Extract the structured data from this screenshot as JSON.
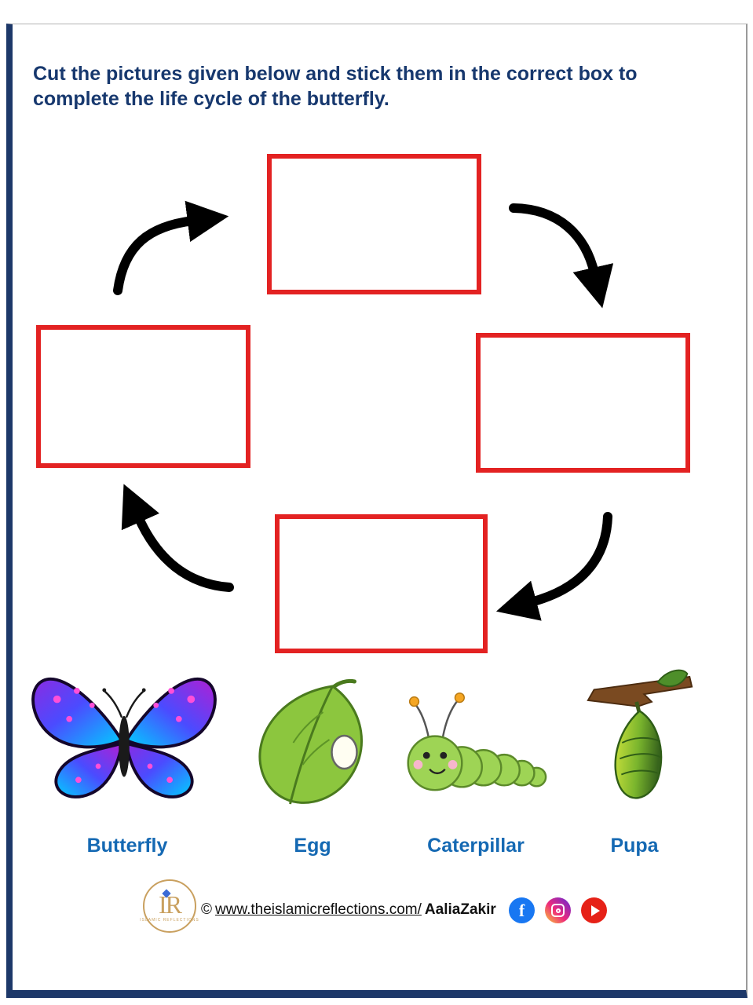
{
  "title": {
    "instruction": "Cut the pictures given below and stick them in the correct box to complete the life cycle of the butterfly."
  },
  "cycle": {
    "direction": "clockwise",
    "empty_boxes": [
      "top",
      "right",
      "bottom",
      "left"
    ],
    "arrows": [
      "left-to-top",
      "top-to-right",
      "right-to-bottom",
      "bottom-to-left"
    ]
  },
  "cutouts": [
    {
      "label": "Butterfly",
      "icon": "butterfly-illustration"
    },
    {
      "label": "Egg",
      "icon": "egg-on-leaf-illustration"
    },
    {
      "label": "Caterpillar",
      "icon": "caterpillar-illustration"
    },
    {
      "label": "Pupa",
      "icon": "pupa-on-branch-illustration"
    }
  ],
  "footer": {
    "copyright": "©",
    "url": "www.theislamicreflections.com/",
    "author": "AaliaZakir",
    "logo": {
      "monogram": "IR",
      "caption": "ISLAMIC REFLECTIONS"
    },
    "social": [
      {
        "name": "facebook-icon",
        "glyph": "f",
        "color": "#1877f2"
      },
      {
        "name": "instagram-icon",
        "glyph": "camera",
        "color": "gradient"
      },
      {
        "name": "youtube-icon",
        "glyph": "play-triangle",
        "color": "#e62117"
      }
    ]
  },
  "colors": {
    "page_border": "#1d3869",
    "instruction_text": "#17386e",
    "box_border": "#e32222",
    "label_text": "#1569b3",
    "arrow": "#000000",
    "facebook_blue": "#1877f2",
    "youtube_red": "#e62117",
    "logo_gold": "#c9a05f"
  }
}
